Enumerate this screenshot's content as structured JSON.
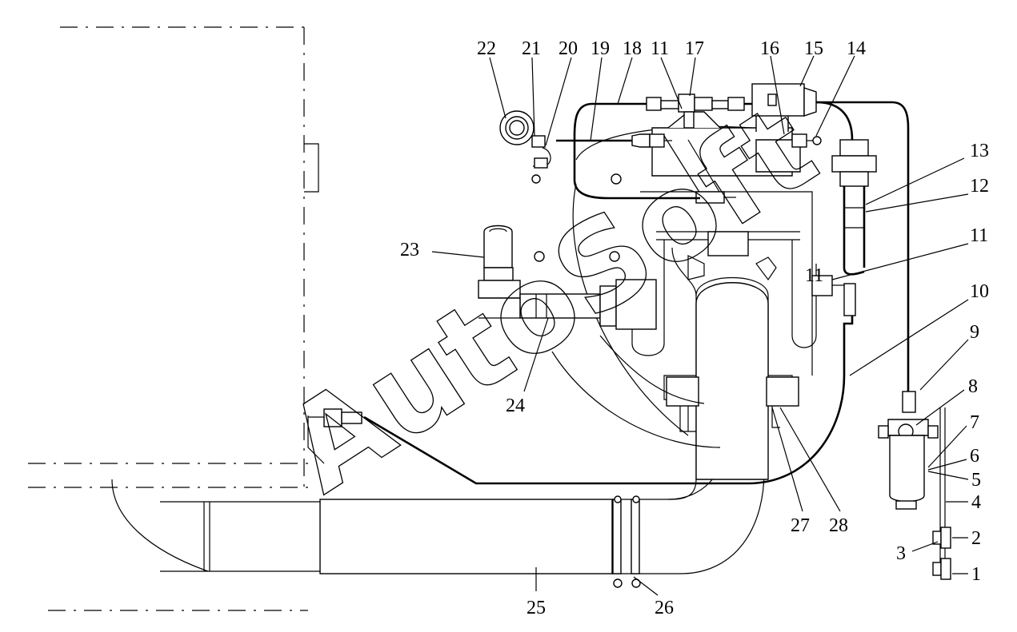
{
  "drawing": {
    "watermark": "AutoSoft",
    "callouts": [
      "1",
      "2",
      "3",
      "4",
      "5",
      "6",
      "7",
      "8",
      "9",
      "10",
      "11",
      "11",
      "11",
      "12",
      "13",
      "14",
      "15",
      "16",
      "17",
      "18",
      "19",
      "20",
      "21",
      "22",
      "23",
      "24",
      "25",
      "26",
      "27",
      "28"
    ]
  }
}
